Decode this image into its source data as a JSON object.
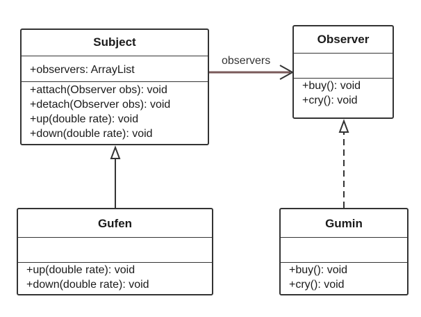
{
  "classes": [
    {
      "key": "subject",
      "name": "Subject",
      "attributes": [
        "+observers:  ArrayList"
      ],
      "methods": [
        "+attach(Observer obs):  void",
        "+detach(Observer obs):  void",
        "+up(double rate):  void",
        "+down(double rate):  void"
      ]
    },
    {
      "key": "observer",
      "name": "Observer",
      "attributes": [],
      "methods": [
        "+buy():  void",
        "+cry():  void"
      ]
    },
    {
      "key": "gufen",
      "name": "Gufen",
      "attributes": [],
      "methods": [
        "+up(double rate):  void",
        "+down(double rate):  void"
      ]
    },
    {
      "key": "gumin",
      "name": "Gumin",
      "attributes": [],
      "methods": [
        "+buy():  void",
        "+cry():  void"
      ]
    }
  ],
  "relations": [
    {
      "type": "association",
      "from": "Subject",
      "to": "Observer",
      "label": "observers"
    },
    {
      "type": "generalization",
      "from": "Gufen",
      "to": "Subject"
    },
    {
      "type": "realization",
      "from": "Gumin",
      "to": "Observer"
    }
  ],
  "colors": {
    "line": "#333333",
    "association_line": "#7a5a5a",
    "box_fill": "#ffffff"
  }
}
